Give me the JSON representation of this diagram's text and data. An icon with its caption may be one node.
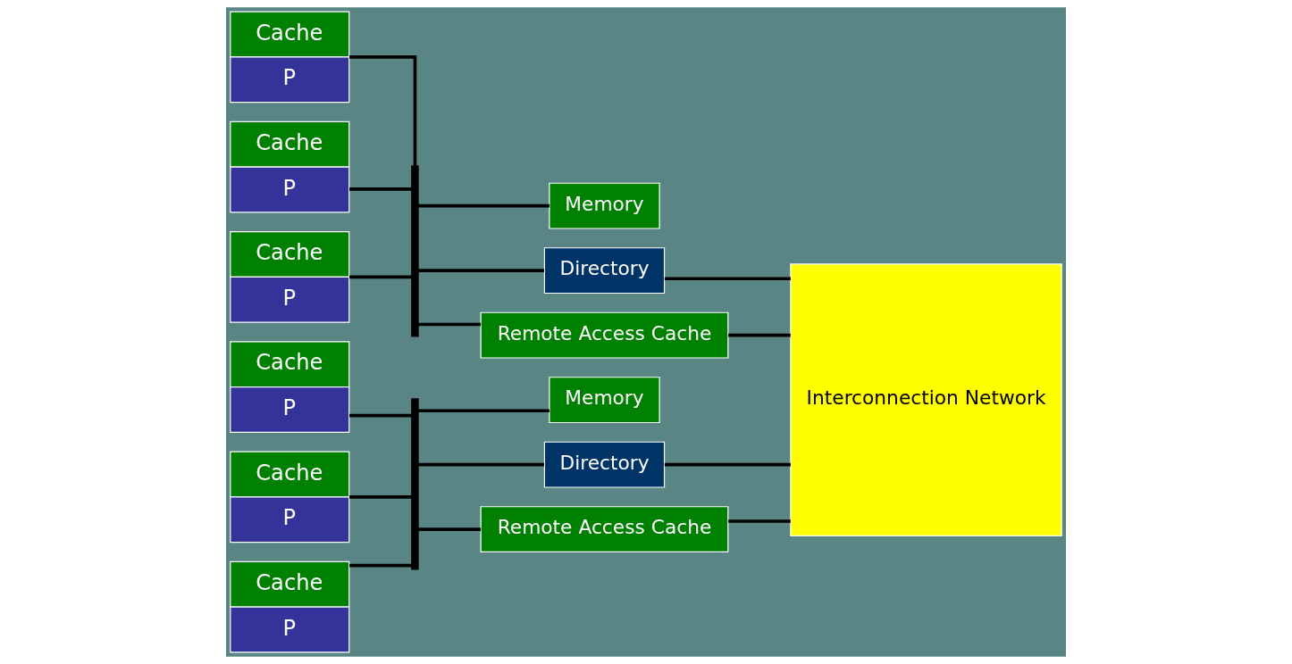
{
  "diagram": {
    "nodes": [
      {
        "text": [
          "Cache",
          "P"
        ]
      },
      {
        "text": [
          "Cache",
          "P"
        ]
      },
      {
        "text": [
          "Cache",
          "P"
        ]
      },
      {
        "text": [],
        "shape": "bar"
      },
      {
        "text": [
          "Memory"
        ]
      },
      {
        "text": [
          "Directory"
        ]
      },
      {
        "text": [
          "Remote Access Cache"
        ]
      },
      {
        "text": [
          "Interconnection Network"
        ]
      },
      {
        "text": [
          "Cache",
          "P"
        ]
      },
      {
        "text": [
          "Cache",
          "P"
        ]
      },
      {
        "text": [
          "Cache",
          "P"
        ]
      },
      {
        "text": [],
        "shape": "bar"
      },
      {
        "text": [
          "Memory"
        ]
      },
      {
        "text": [
          "Directory"
        ]
      },
      {
        "text": [
          "Remote Access Cache"
        ]
      }
    ],
    "edges": [
      {
        "from": 0,
        "to": 3,
        "arrow": "none"
      },
      {
        "from": 1,
        "to": 3,
        "arrow": "none"
      },
      {
        "from": 2,
        "to": 3,
        "arrow": "none"
      },
      {
        "from": 3,
        "to": 4,
        "arrow": "none"
      },
      {
        "from": 3,
        "to": 5,
        "arrow": "none"
      },
      {
        "from": 3,
        "to": 6,
        "arrow": "none"
      },
      {
        "from": 5,
        "to": 7,
        "arrow": "none"
      },
      {
        "from": 6,
        "to": 7,
        "arrow": "none"
      },
      {
        "from": 8,
        "to": 11,
        "arrow": "none"
      },
      {
        "from": 9,
        "to": 11,
        "arrow": "none"
      },
      {
        "from": 10,
        "to": 11,
        "arrow": "none"
      },
      {
        "from": 11,
        "to": 12,
        "arrow": "none"
      },
      {
        "from": 11,
        "to": 13,
        "arrow": "none"
      },
      {
        "from": 11,
        "to": 14,
        "arrow": "none"
      },
      {
        "from": 13,
        "to": 7,
        "arrow": "none"
      },
      {
        "from": 14,
        "to": 7,
        "arrow": "none"
      }
    ]
  }
}
